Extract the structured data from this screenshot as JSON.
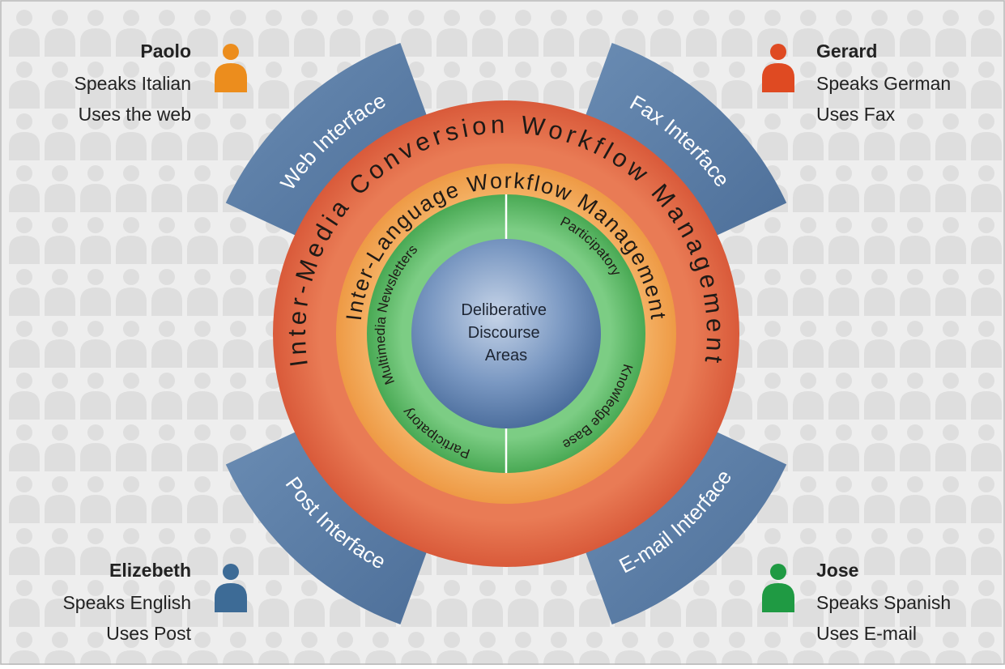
{
  "diagram": {
    "center": {
      "lines": [
        "Deliberative",
        "Discourse",
        "Areas"
      ]
    },
    "inner_ring": {
      "segments": [
        {
          "id": "knowledge-base",
          "top": "Participatory",
          "bottom": "Knowledge Base"
        },
        {
          "id": "newsletters",
          "top": "Multimedia Newsletters",
          "bottom": "Participatory"
        }
      ]
    },
    "middle_ring": {
      "label": "Inter-Language Workflow Management"
    },
    "outer_ring": {
      "label": "Inter-Media Conversion Workflow Management"
    },
    "interfaces": [
      {
        "id": "web",
        "label": "Web Interface"
      },
      {
        "id": "fax",
        "label": "Fax Interface"
      },
      {
        "id": "email",
        "label": "E-mail Interface"
      },
      {
        "id": "post",
        "label": "Post Interface"
      }
    ],
    "people": [
      {
        "id": "paolo",
        "name": "Paolo",
        "language": "Speaks Italian",
        "medium": "Uses the web",
        "color": "#ec8d1d"
      },
      {
        "id": "gerard",
        "name": "Gerard",
        "language": "Speaks German",
        "medium": "Uses Fax",
        "color": "#df4a22"
      },
      {
        "id": "elizebeth",
        "name": "Elizebeth",
        "language": "Speaks English",
        "medium": "Uses Post",
        "color": "#3d6b96"
      },
      {
        "id": "jose",
        "name": "Jose",
        "language": "Speaks Spanish",
        "medium": "Uses E-mail",
        "color": "#1f9a43"
      }
    ]
  },
  "colors": {
    "band_blue": "#5b7fa8",
    "outer_ring": "#e26a48",
    "middle_ring": "#f3a255",
    "inner_ring": "#5cb865",
    "center": "#6e8fbb",
    "pattern": "#dcdcdc",
    "background": "#eeeeee"
  }
}
